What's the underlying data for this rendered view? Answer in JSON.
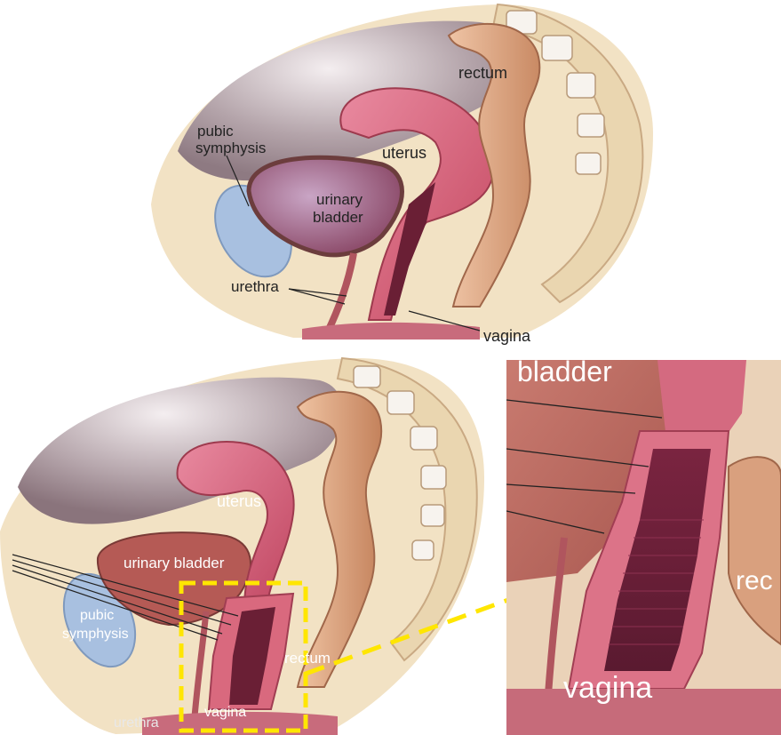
{
  "top_panel": {
    "labels": {
      "rectum": "rectum",
      "pubic_line1": "pubic",
      "pubic_line2": "symphysis",
      "uterus": "uterus",
      "bladder_line1": "urinary",
      "bladder_line2": "bladder",
      "urethra": "urethra",
      "vagina": "vagina"
    }
  },
  "bottom_left_panel": {
    "labels": {
      "uterus": "uterus",
      "urinary_bladder": "urinary bladder",
      "pubic_line1": "pubic",
      "pubic_line2": "symphysis",
      "rectum": "rectum",
      "urethra": "urethra",
      "vagina": "vagina"
    }
  },
  "zoom_panel": {
    "labels": {
      "bladder_partial": "bladder",
      "rectum_partial": "rec",
      "vagina": "vagina"
    }
  },
  "colors": {
    "highlight": "#ffe600",
    "uterus": "#d9697e",
    "bladder": "#b55a55",
    "rectum": "#dba07e",
    "bone": "#f3e3c0",
    "pubic": "#a8c0e0",
    "cavity": "#8e7a82",
    "vagina_lumen": "#6a1f35"
  }
}
